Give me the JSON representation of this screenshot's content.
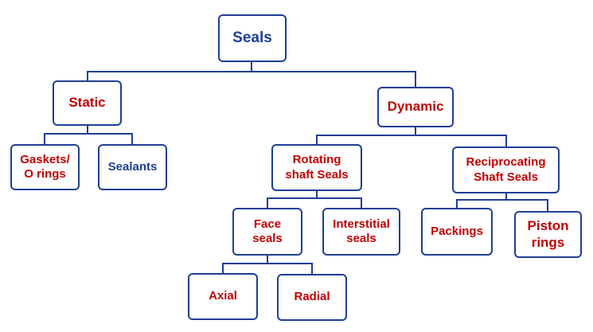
{
  "colors": {
    "border": "#1f3f94",
    "text_red": "#c00000",
    "text_blue": "#1f3f94",
    "background": "#ffffff"
  },
  "diagram": {
    "root": "Seals",
    "static": "Static",
    "gaskets": "Gaskets/\nO rings",
    "sealants": "Sealants",
    "dynamic": "Dynamic",
    "rotating": "Rotating\nshaft Seals",
    "reciprocating": "Reciprocating\nShaft Seals",
    "face_seals": "Face\nseals",
    "interstitial": "Interstitial\nseals",
    "packings": "Packings",
    "piston_rings": "Piston\nrings",
    "axial": "Axial",
    "radial": "Radial"
  }
}
